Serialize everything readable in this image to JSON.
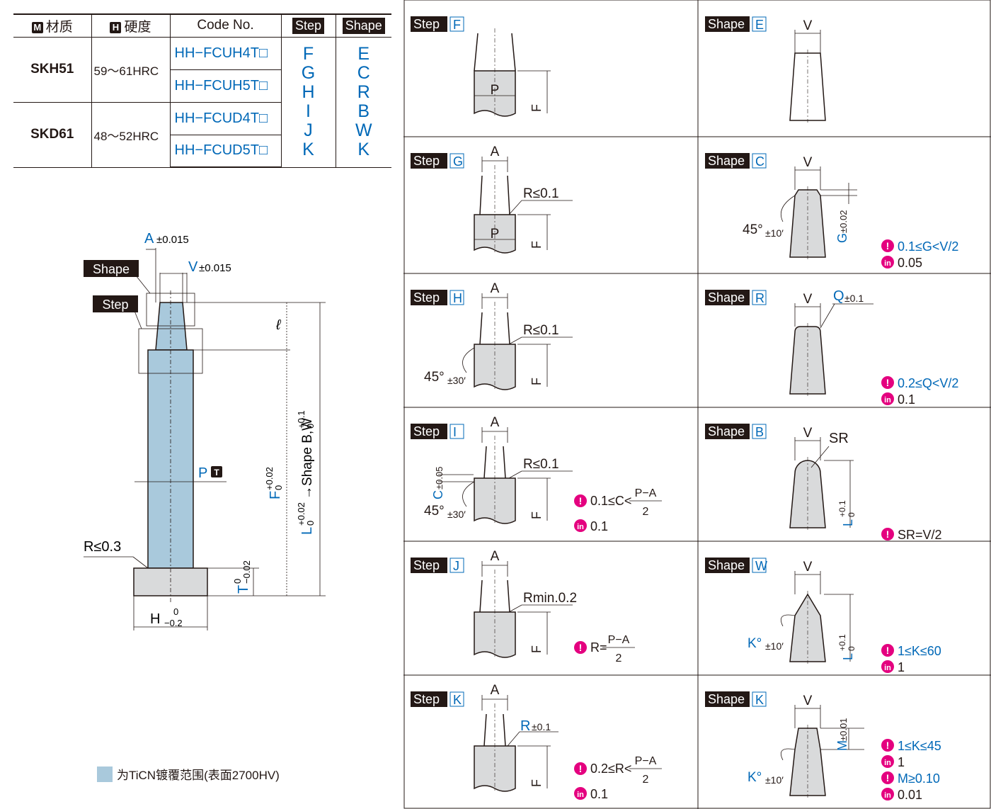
{
  "table": {
    "headers": {
      "material_icon": "M",
      "material": "材质",
      "hardness_icon": "H",
      "hardness": "硬度",
      "code": "Code No.",
      "step": "Step",
      "shape": "Shape"
    },
    "rows": [
      {
        "material": "SKH51",
        "hardness": "59～61HRC",
        "codes": [
          "HH−FCUH4T□",
          "HH−FCUH5T□"
        ]
      },
      {
        "material": "SKD61",
        "hardness": "48～52HRC",
        "codes": [
          "HH−FCUD4T□",
          "HH−FCUD5T□"
        ]
      }
    ],
    "step_letters": [
      "F",
      "G",
      "H",
      "I",
      "J",
      "K"
    ],
    "shape_letters": [
      "E",
      "C",
      "R",
      "B",
      "W",
      "K"
    ]
  },
  "main": {
    "a_dim": "A",
    "a_tol": "±0.015",
    "v_dim": "V",
    "v_tol": "±0.015",
    "shape_tag": "Shape",
    "step_tag": "Step",
    "ell": "ℓ",
    "p_label": "P",
    "t_badge": "T",
    "f_label": "F",
    "f_tol_up": "+0.02",
    "f_tol_lo": "0",
    "l_label": "L",
    "l_tol_up": "+0.02",
    "l_tol_lo": "0",
    "l_arrow_text": "→Shape B,W",
    "l2_tol_up": "+0.1",
    "l2_tol_lo": "0",
    "r_label": "R≤0.3",
    "t_label": "T",
    "t_tol_up": "0",
    "t_tol_lo": "−0.02",
    "h_label": "H",
    "h_tol_up": "0",
    "h_tol_lo": "−0.2"
  },
  "legend": {
    "text": "为TiCN镀覆范围(表面2700HV)",
    "color": "#a9c9dc"
  },
  "steps": [
    {
      "tag": "Step",
      "letter": "F"
    },
    {
      "tag": "Step",
      "letter": "G",
      "r_note": "R≤0.1"
    },
    {
      "tag": "Step",
      "letter": "H",
      "r_note": "R≤0.1",
      "angle": "45°",
      "angle_tol": "±30′"
    },
    {
      "tag": "Step",
      "letter": "I",
      "r_note": "R≤0.1",
      "angle": "45°",
      "angle_tol": "±30′",
      "c_label": "C",
      "c_tol": "±0.05",
      "cond_lhs": "0.1≤C<",
      "cond_num": "P−A",
      "cond_den": "2",
      "default": "0.1"
    },
    {
      "tag": "Step",
      "letter": "J",
      "r_note": "Rmin.0.2",
      "cond_lhs": "R=",
      "cond_num": "P−A",
      "cond_den": "2"
    },
    {
      "tag": "Step",
      "letter": "K",
      "r_label": "R",
      "r_tol": "±0.1",
      "cond_lhs": "0.2≤R<",
      "cond_num": "P−A",
      "cond_den": "2",
      "default": "0.1"
    }
  ],
  "shapes": [
    {
      "tag": "Shape",
      "letter": "E"
    },
    {
      "tag": "Shape",
      "letter": "C",
      "angle": "45°",
      "angle_tol": "±10′",
      "g_label": "G",
      "g_tol": "±0.02",
      "cond": "0.1≤G<V/2",
      "default": "0.05"
    },
    {
      "tag": "Shape",
      "letter": "R",
      "q_label": "Q",
      "q_tol": "±0.1",
      "cond": "0.2≤Q<V/2",
      "default": "0.1"
    },
    {
      "tag": "Shape",
      "letter": "B",
      "sr_label": "SR",
      "cond": "SR=V/2"
    },
    {
      "tag": "Shape",
      "letter": "W",
      "k_label": "K°",
      "k_tol": "±10′",
      "cond": "1≤K≤60",
      "default": "1"
    },
    {
      "tag": "Shape",
      "letter": "K",
      "k_label": "K°",
      "k_tol": "±10′",
      "m_label": "M",
      "m_tol": "±0.01",
      "cond": "1≤K≤45",
      "default": "1",
      "cond2": "M≥0.10",
      "default2": "0.01"
    }
  ],
  "common": {
    "a": "A",
    "v": "V",
    "p": "P",
    "f": "F",
    "l": "L",
    "l_tol_up": "+0.1",
    "l_tol_lo": "0",
    "cond_icon": "!",
    "default_icon": "in"
  },
  "colors": {
    "blue": "#0068b7",
    "coating": "#a9c9dc",
    "pin": "#d9dadb",
    "magenta": "#e4007f",
    "ink": "#231815"
  }
}
